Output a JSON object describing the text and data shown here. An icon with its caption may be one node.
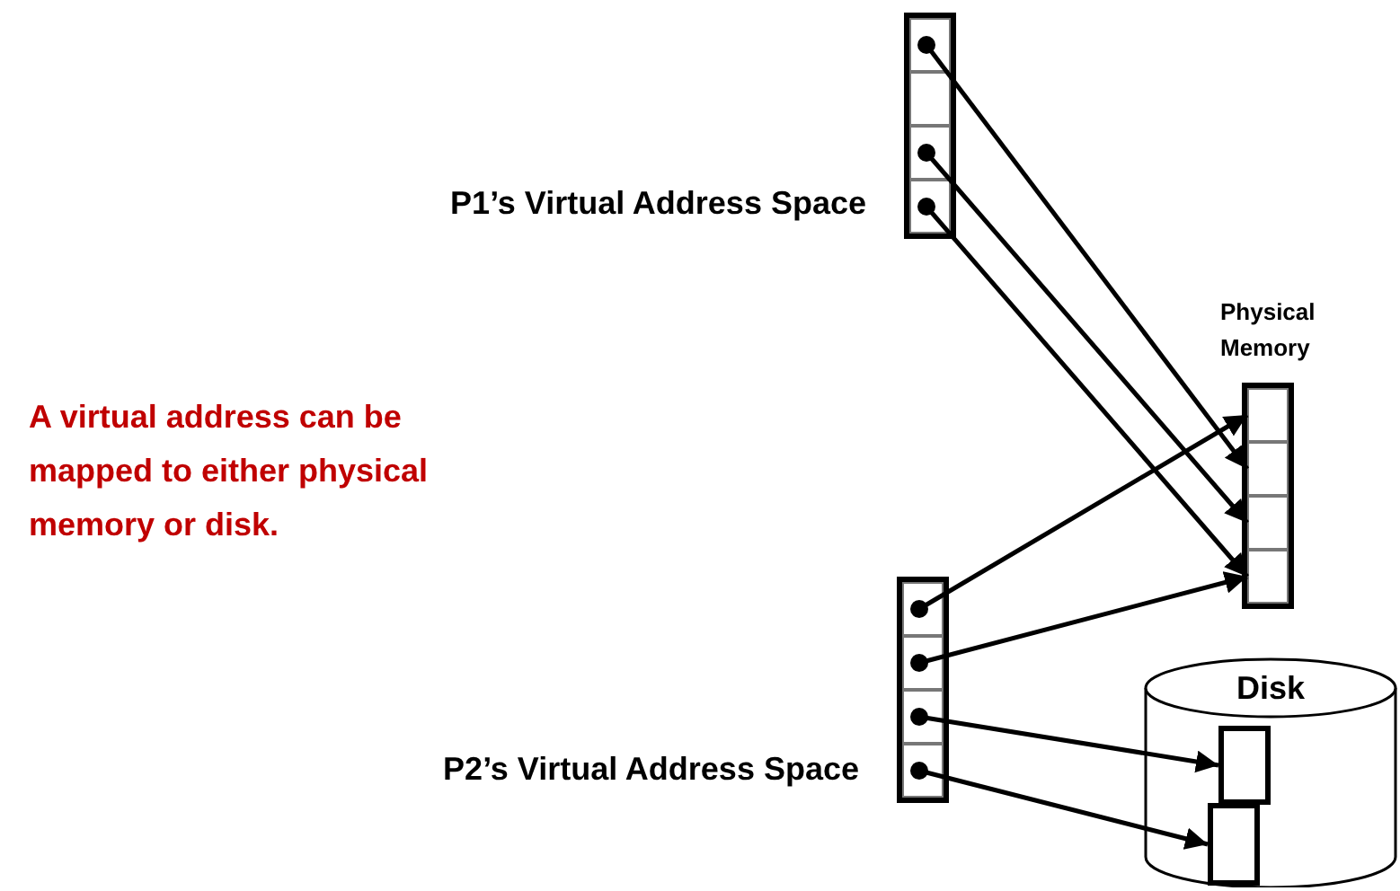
{
  "diagram": {
    "nodes": [
      {
        "text": [],
        "shape": "box",
        "beside": [
          "P1’s Virtual Address Space"
        ]
      },
      {
        "text": [],
        "shape": "box",
        "in": 0
      },
      {
        "text": [],
        "shape": "box",
        "in": 0
      },
      {
        "text": [],
        "shape": "box",
        "in": 0
      },
      {
        "text": [],
        "shape": "box",
        "in": 0
      },
      {
        "text": [
          "Physical Memory"
        ]
      },
      {
        "text": [],
        "shape": "box",
        "in": 5
      },
      {
        "text": [],
        "shape": "box",
        "in": 5
      },
      {
        "text": [],
        "shape": "box",
        "in": 5
      },
      {
        "text": [],
        "shape": "box",
        "in": 5
      },
      {
        "text": [],
        "shape": "box",
        "beside": [
          "P2’s Virtual Address Space"
        ]
      },
      {
        "text": [],
        "shape": "box",
        "in": 10
      },
      {
        "text": [],
        "shape": "box",
        "in": 10
      },
      {
        "text": [],
        "shape": "box",
        "in": 10
      },
      {
        "text": [],
        "shape": "box",
        "in": 10
      },
      {
        "text": [
          "Disk"
        ]
      },
      {
        "text": [],
        "shape": "box",
        "in": 15
      },
      {
        "text": [],
        "shape": "box",
        "in": 15
      }
    ],
    "edges": [
      {
        "from": 1,
        "to": 7,
        "arrow": "to"
      },
      {
        "from": 3,
        "to": 8,
        "arrow": "to"
      },
      {
        "from": 4,
        "to": 9,
        "arrow": "to"
      },
      {
        "from": 11,
        "to": 6,
        "arrow": "to"
      },
      {
        "from": 12,
        "to": 9,
        "arrow": "to"
      },
      {
        "from": 13,
        "to": 16,
        "arrow": "to"
      },
      {
        "from": 14,
        "to": 17,
        "arrow": "to"
      }
    ],
    "labels": [
      "A virtual address can be mapped to either physical memory or disk."
    ]
  }
}
